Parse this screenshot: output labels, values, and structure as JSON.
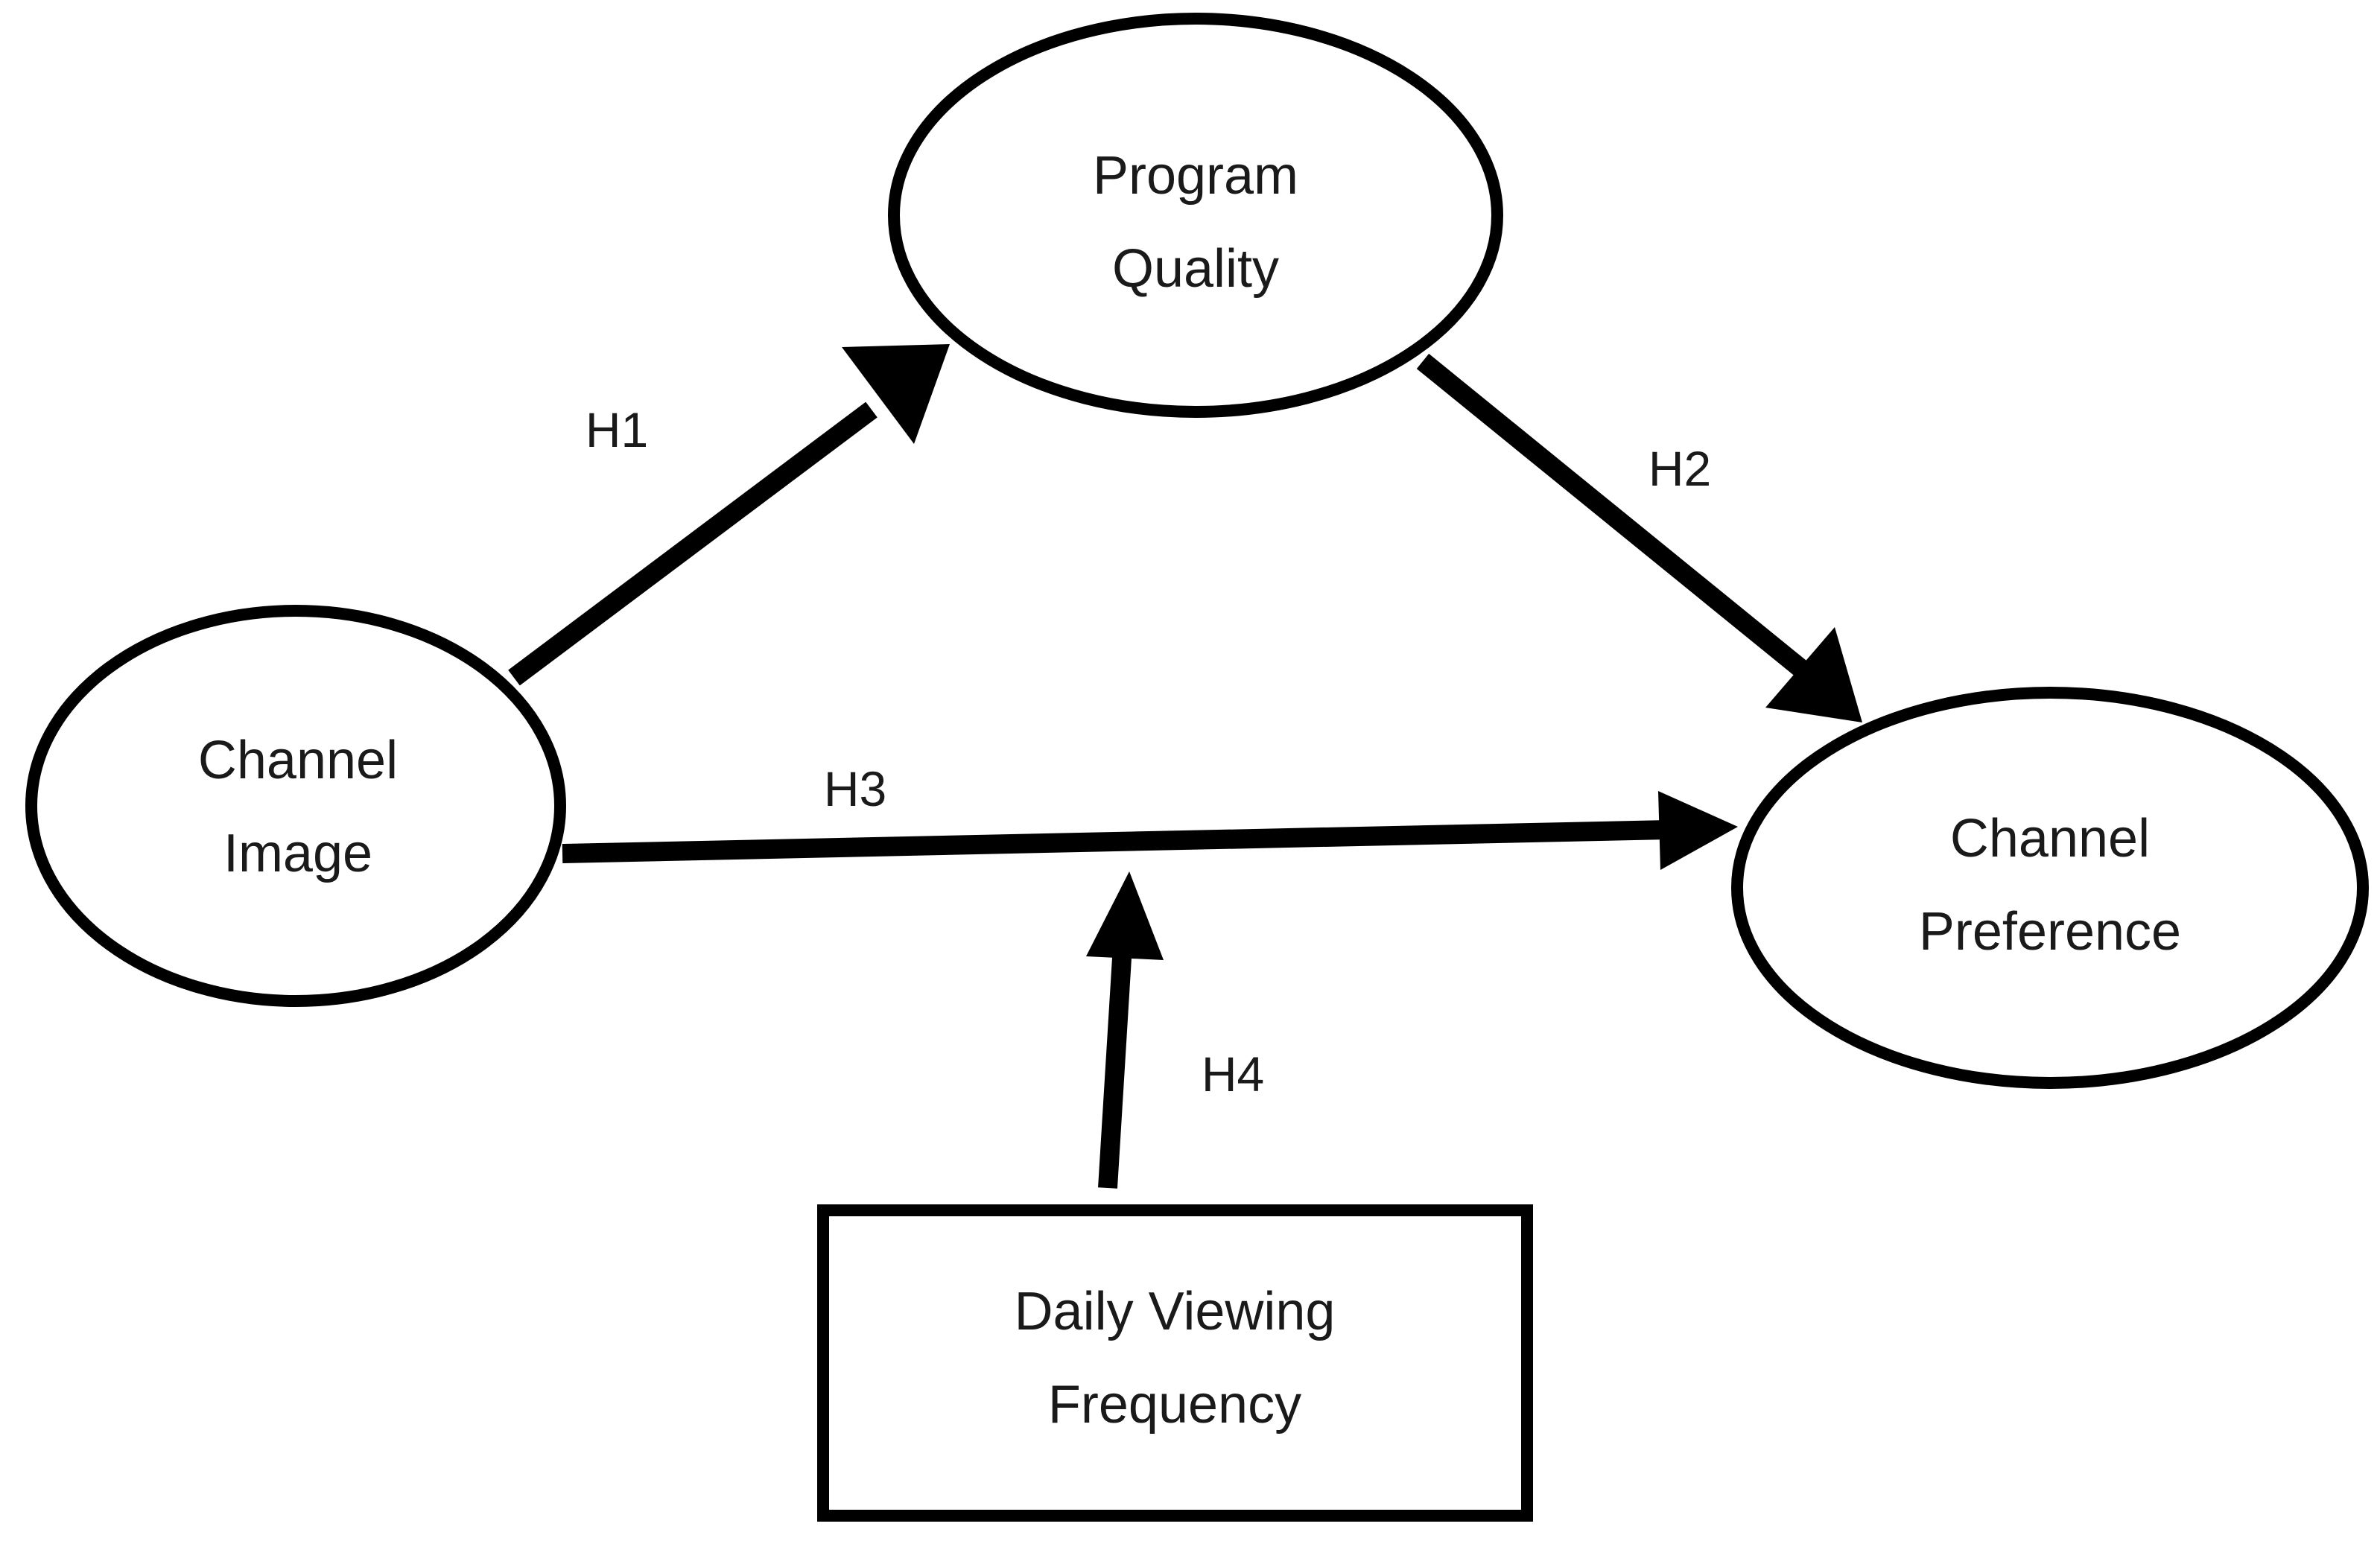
{
  "nodes": {
    "program_quality": {
      "line1": "Program",
      "line2": "Quality"
    },
    "channel_image": {
      "line1": "Channel",
      "line2": "Image"
    },
    "channel_preference": {
      "line1": "Channel",
      "line2": "Preference"
    },
    "daily_viewing_frequency": {
      "line1": "Daily Viewing",
      "line2": "Frequency"
    }
  },
  "edges": {
    "h1": {
      "label": "H1",
      "from": "Channel Image",
      "to": "Program Quality"
    },
    "h2": {
      "label": "H2",
      "from": "Program Quality",
      "to": "Channel Preference"
    },
    "h3": {
      "label": "H3",
      "from": "Channel Image",
      "to": "Channel Preference"
    },
    "h4": {
      "label": "H4",
      "from": "Daily Viewing Frequency",
      "to": "H3"
    }
  }
}
